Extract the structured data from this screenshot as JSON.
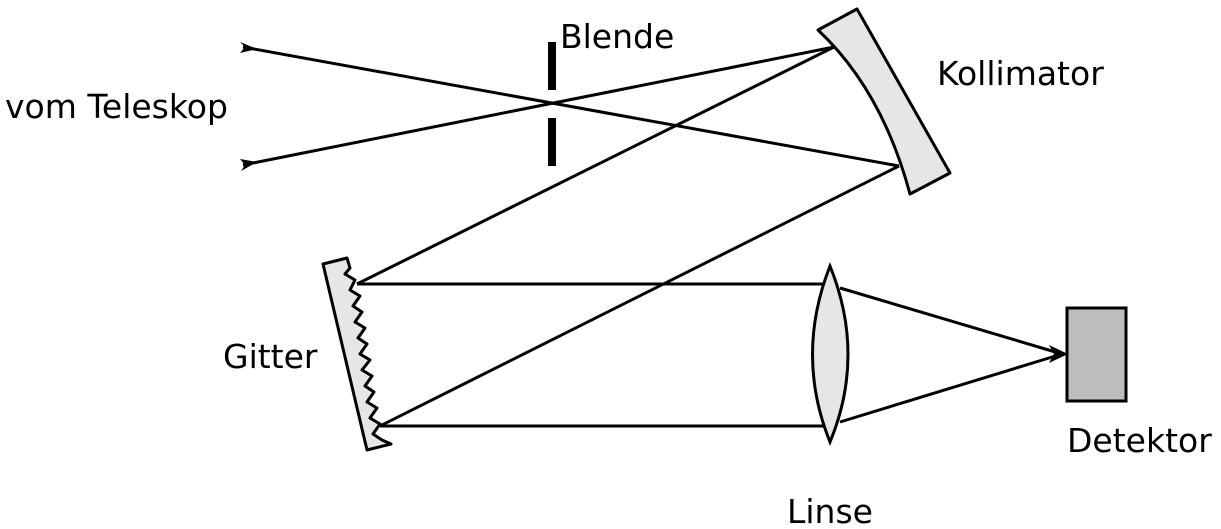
{
  "labels": {
    "telescope": "vom Teleskop",
    "aperture": "Blende",
    "collimator": "Kollimator",
    "grating": "Gitter",
    "lens": "Linse",
    "detector": "Detektor"
  },
  "colors": {
    "line": "#000000",
    "optic_fill": "#e6e6e6",
    "detector_fill": "#bdbdbd",
    "background": "#ffffff"
  }
}
